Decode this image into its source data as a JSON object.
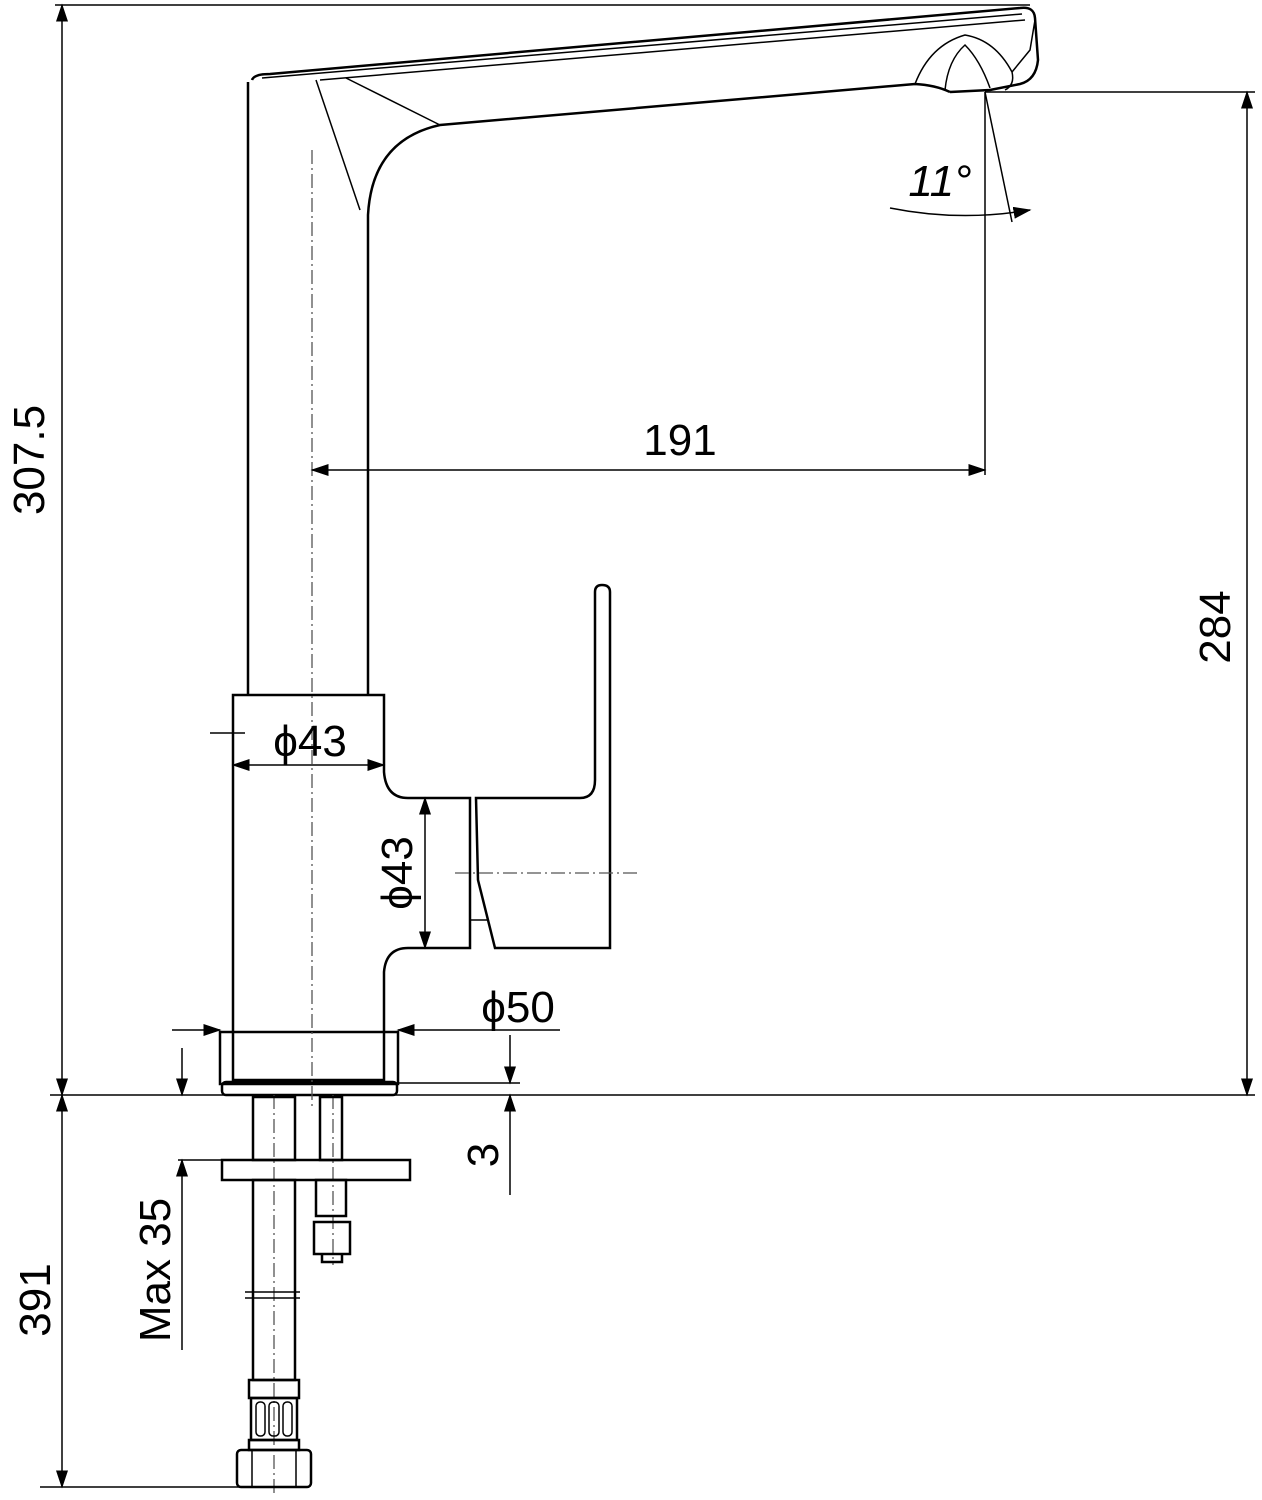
{
  "drawing": {
    "title": "Kitchen faucet dimension drawing",
    "dimensions": {
      "total_height": "307.5",
      "below_counter_length": "391",
      "max_counter_thickness": "Max 35",
      "spout_outlet_height": "284",
      "spout_reach": "191",
      "spout_angle": "11°",
      "column_diameter": "ϕ43",
      "handle_diameter": "ϕ43",
      "base_diameter": "ϕ50",
      "base_plate_thickness": "3"
    },
    "colors": {
      "line": "#000000",
      "background": "#ffffff"
    }
  }
}
